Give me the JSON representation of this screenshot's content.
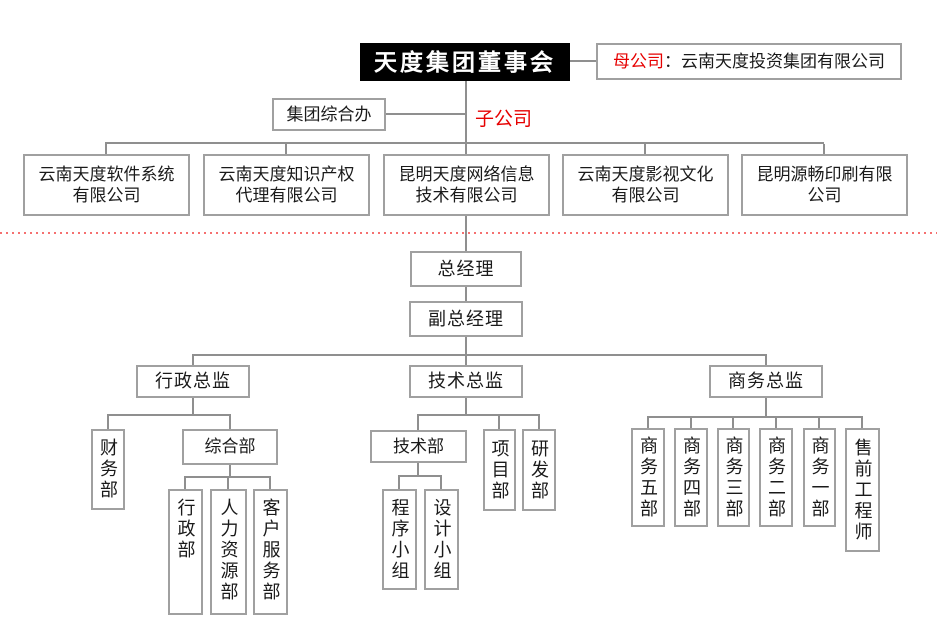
{
  "colors": {
    "accent_red": "#e60000",
    "box_border": "#a0a0a0",
    "connector_line": "#8f8f8f",
    "root_box_bg": "#000000",
    "root_box_text": "#ffffff",
    "dotted_divider": "#f57070"
  },
  "root": {
    "title": "天度集团董事会"
  },
  "parent_company": {
    "label": "母公司",
    "separator": "：",
    "name": "云南天度投资集团有限公司"
  },
  "group_office": {
    "label": "集团综合办"
  },
  "subsidiary_label": "子公司",
  "subsidiaries": [
    {
      "line1": "云南天度软件系统",
      "line2": "有限公司"
    },
    {
      "line1": "云南天度知识产权",
      "line2": "代理有限公司"
    },
    {
      "line1": "昆明天度网络信息",
      "line2": "技术有限公司"
    },
    {
      "line1": "云南天度影视文化",
      "line2": "有限公司"
    },
    {
      "line1": "昆明源畅印刷有限",
      "line2": "公司"
    }
  ],
  "management": {
    "general_manager": "总经理",
    "deputy_general_manager": "副总经理"
  },
  "directors": {
    "admin": "行政总监",
    "tech": "技术总监",
    "business": "商务总监"
  },
  "admin_branch": {
    "finance_dept": "财务部",
    "general_dept": "综合部",
    "children": [
      "行政部",
      "人力资源部",
      "客户服务部"
    ]
  },
  "tech_branch": {
    "tech_dept": "技术部",
    "project_dept": "项目部",
    "rnd_dept": "研发部",
    "teams": [
      "程序小组",
      "设计小组"
    ]
  },
  "business_branch": {
    "depts": [
      "商务五部",
      "商务四部",
      "商务三部",
      "商务二部",
      "商务一部",
      "售前工程师"
    ]
  }
}
